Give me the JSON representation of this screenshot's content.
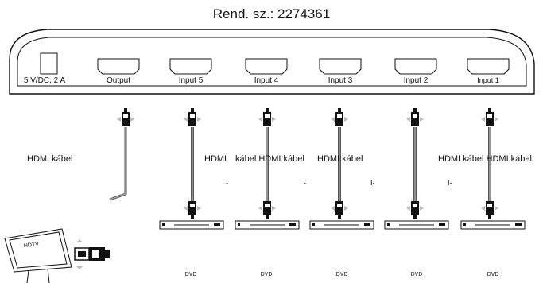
{
  "title": "Rend. sz.: 2274361",
  "power_label": "5 V/DC, 2 A",
  "ports": [
    {
      "label": "Output"
    },
    {
      "label": "Input 5"
    },
    {
      "label": "Input 4"
    },
    {
      "label": "Input 3"
    },
    {
      "label": "Input 2"
    },
    {
      "label": "Input 1"
    }
  ],
  "cable_labels": {
    "left": "HDMI  kábel",
    "c1": "HDMI",
    "c2": "kábel HDMI  kábel",
    "c3": "HDMI  kábel",
    "c4": "HDMI  kábel HDMI  kábel"
  },
  "dashes": [
    "-",
    "-",
    "I-",
    "I-"
  ],
  "tv_label": "HDTV",
  "dvd_label": "DVD"
}
